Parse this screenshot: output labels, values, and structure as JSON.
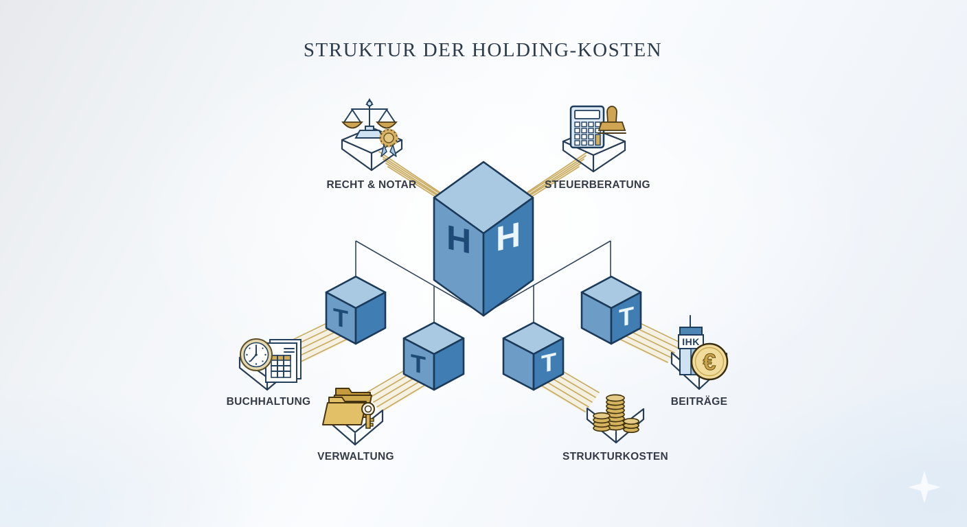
{
  "title": "STRUKTUR DER HOLDING-KOSTEN",
  "cubes": {
    "holding_letter": "H",
    "subsidiary_letter": "T"
  },
  "nodes": [
    {
      "id": "recht-notar",
      "label": "RECHT & NOTAR",
      "icon": "scales-certificate-icon"
    },
    {
      "id": "steuerberatung",
      "label": "STEUERBERATUNG",
      "icon": "calculator-stamp-icon"
    },
    {
      "id": "buchhaltung",
      "label": "BUCHHALTUNG",
      "icon": "clock-documents-icon"
    },
    {
      "id": "verwaltung",
      "label": "VERWALTUNG",
      "icon": "folder-key-icon"
    },
    {
      "id": "strukturkosten",
      "label": "STRUKTURKOSTEN",
      "icon": "coin-stacks-icon"
    },
    {
      "id": "beitraege",
      "label": "BEITRÄGE",
      "icon": "ihk-tower-euro-coin-icon"
    }
  ],
  "icon_text": {
    "ihk": "IHK",
    "euro": "€"
  },
  "colors": {
    "cube_top": "#a9c8e1",
    "cube_left": "#6d9dc6",
    "cube_right": "#3f7db3",
    "outline": "#1b3a5a",
    "ray_gold": "#c9ab62",
    "accent_gold": "#d2ab58",
    "label_text": "#343b46",
    "title_text": "#2d3b4b",
    "background": "#f2f5f8"
  }
}
